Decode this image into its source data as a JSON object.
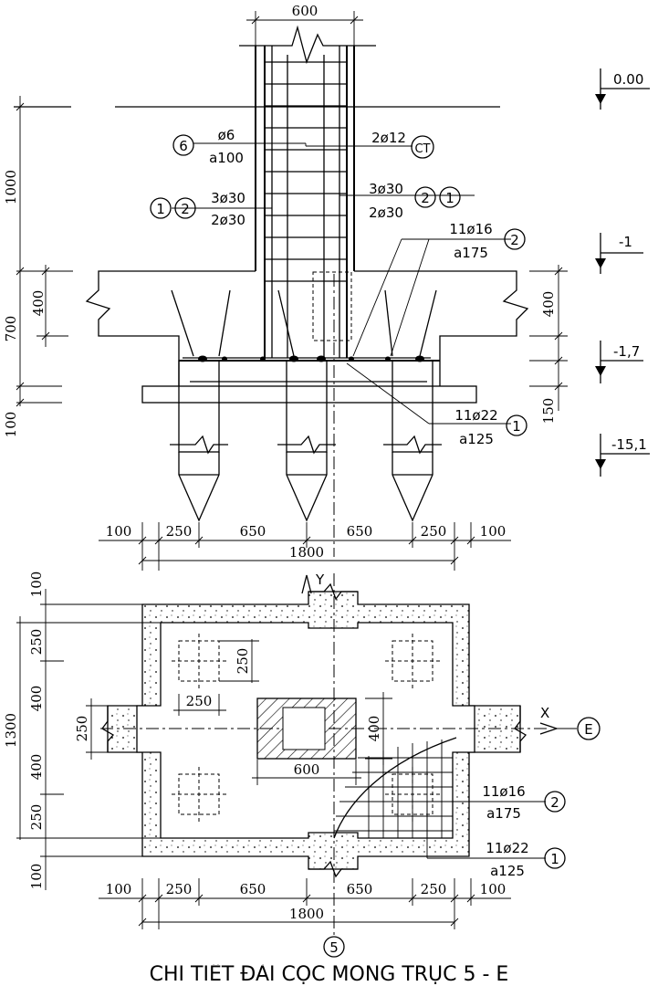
{
  "elevation_view": {
    "column_width": "600",
    "left_dims": [
      "1000",
      "400",
      "700",
      "100"
    ],
    "right_dims": [
      "400",
      "150"
    ],
    "levels": [
      "0.00",
      "-1",
      "-1,7",
      "-15,1"
    ],
    "bottom_dims": [
      "100",
      "250",
      "650",
      "650",
      "250",
      "100"
    ],
    "total_dim": "1800",
    "rebar_labels": {
      "stirrup_mark": "6",
      "stirrup_dia": "ø6",
      "stirrup_spacing": "a100",
      "column_main": "2ø12",
      "column_main_mark": "CT",
      "left_bars_top": "3ø30",
      "left_bars_bottom": "2ø30",
      "left_mark_a": "1",
      "left_mark_b": "2",
      "right_bars_top": "3ø30",
      "right_bars_bottom": "2ø30",
      "right_mark_a": "2",
      "right_mark_b": "1",
      "top_mesh": "11ø16",
      "top_mesh_spacing": "a175",
      "top_mesh_mark": "2",
      "bottom_mesh": "11ø22",
      "bottom_mesh_spacing": "a125",
      "bottom_mesh_mark": "1"
    }
  },
  "plan_view": {
    "left_dims": [
      "100",
      "250",
      "1300",
      "400",
      "250",
      "400",
      "250",
      "100"
    ],
    "pile_dim": "250",
    "pile_width_dim": "250",
    "column_dim": "600",
    "column_depth_dim": "400",
    "axis_y": "Y",
    "axis_x": "X",
    "grid_row": "E",
    "grid_col": "5",
    "bottom_dims": [
      "100",
      "250",
      "650",
      "650",
      "250",
      "100"
    ],
    "total_dim": "1800",
    "rebar_labels": {
      "top_mesh": "11ø16",
      "top_mesh_spacing": "a175",
      "top_mesh_mark": "2",
      "bottom_mesh": "11ø22",
      "bottom_mesh_spacing": "a125",
      "bottom_mesh_mark": "1"
    }
  },
  "caption": "CHI TIẾT ĐÀI CỌC MÓNG TRỤC 5 - E",
  "colors": {
    "ink": "#000000",
    "paper": "#ffffff",
    "hatch": "#000000"
  }
}
